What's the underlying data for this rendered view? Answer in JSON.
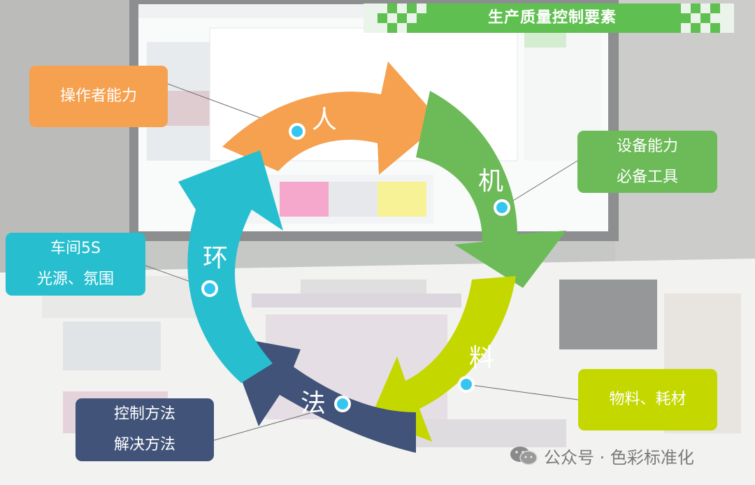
{
  "title": "生产质量控制要素",
  "cycle": {
    "person": "人",
    "machine": "机",
    "material": "料",
    "method": "法",
    "environment": "环"
  },
  "boxes": {
    "person": [
      "操作者能力"
    ],
    "machine": [
      "设备能力",
      "必备工具"
    ],
    "environment": [
      "车间5S",
      "光源、氛围"
    ],
    "material": [
      "物料、耗材"
    ],
    "method": [
      "控制方法",
      "解决方法"
    ]
  },
  "watermark": "公众号 · 色彩标准化",
  "colors": {
    "person": "#f5a150",
    "machine": "#6cbb58",
    "material": "#c4d800",
    "method": "#415378",
    "environment": "#27bfcf",
    "banner": "#5fbf50",
    "dot": "#35c6f0"
  }
}
